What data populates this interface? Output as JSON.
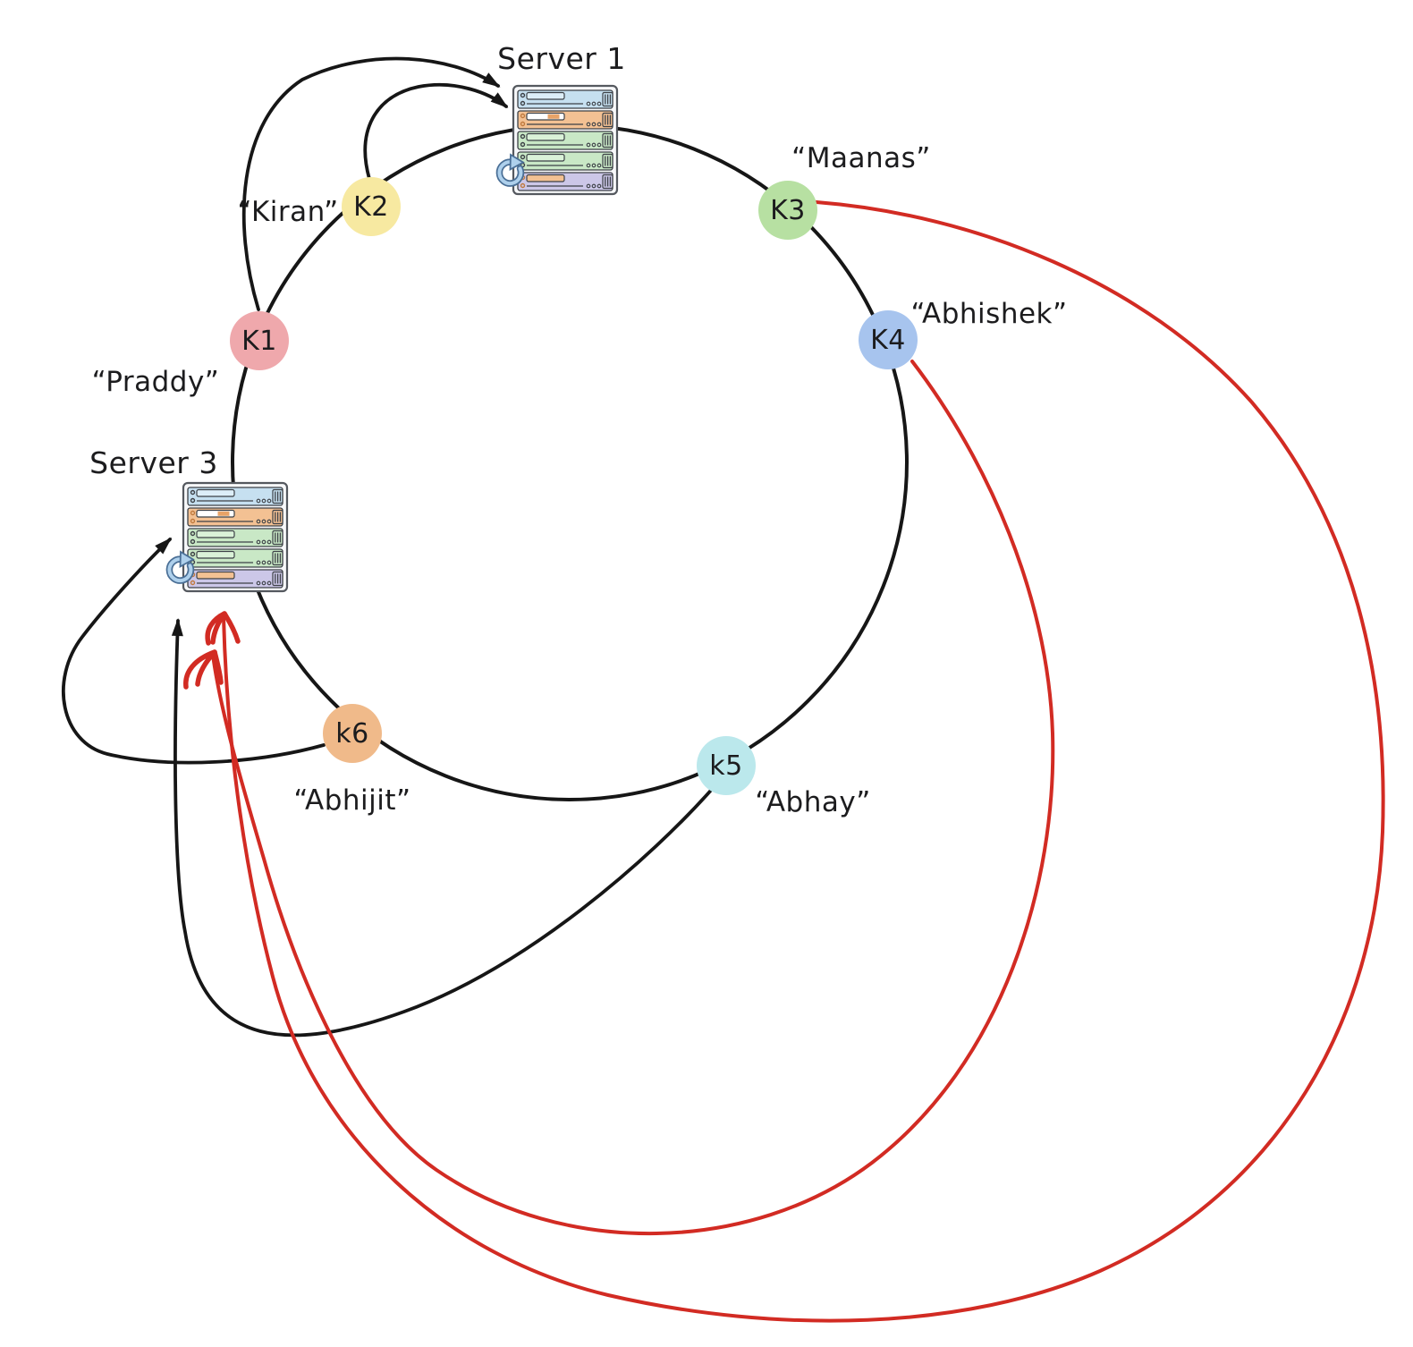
{
  "colors": {
    "background": "#ffffff",
    "ring": "#161616",
    "arrow_black": "#161616",
    "arrow_red": "#d22b23",
    "label_text": "#1c1c1e"
  },
  "servers": [
    {
      "label": "Server 1"
    },
    {
      "label": "Server 3"
    }
  ],
  "server_icon": {
    "casing_fill": "#f7f8fa",
    "outline": "#3c4046",
    "row_colors": [
      "#c6e0f0",
      "#f3c193",
      "#c9e8c6",
      "#c9e8c6",
      "#ccc7e8"
    ],
    "bar_colors": [
      "#ddeef8",
      "#ffffff",
      "#daf2d8",
      "#daf2d8",
      "#f3c193"
    ],
    "led_colors": [
      "#3c4046",
      "#c07a3e",
      "#3c4046",
      "#3c4046",
      "#c07a3e"
    ],
    "bar_accent": "#e8a367",
    "refresh_light": "#aed0ec",
    "refresh_dark": "#4a6f96"
  },
  "keys": [
    {
      "id": "K1",
      "name": "“Praddy”",
      "color": "#efa8ac"
    },
    {
      "id": "K2",
      "name": "“Kiran”",
      "color": "#f7e9a1"
    },
    {
      "id": "K3",
      "name": "“Maanas”",
      "color": "#b7e0a2"
    },
    {
      "id": "K4",
      "name": "“Abhishek”",
      "color": "#a7c4ee"
    },
    {
      "id": "k5",
      "name": "“Abhay”",
      "color": "#bbe8ec"
    },
    {
      "id": "k6",
      "name": "“Abhijit”",
      "color": "#f0ba8a"
    }
  ],
  "assignments": {
    "black_arrows": [
      {
        "from": "K1",
        "to": "Server 1"
      },
      {
        "from": "K2",
        "to": "Server 1"
      },
      {
        "from": "k5",
        "to": "Server 3"
      },
      {
        "from": "k6",
        "to": "Server 3"
      }
    ],
    "red_arrows": [
      {
        "from": "K3",
        "to": "Server 3"
      },
      {
        "from": "K4",
        "to": "Server 3"
      }
    ]
  }
}
